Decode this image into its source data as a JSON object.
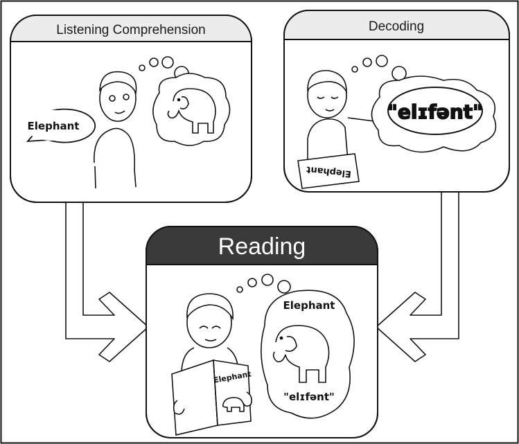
{
  "panels": {
    "listening": {
      "title": "Listening Comprehension",
      "speech": "Elephant"
    },
    "decoding": {
      "title": "Decoding",
      "thought": "\"elɪfənt\"",
      "card": "Elephant"
    },
    "reading": {
      "title": "Reading",
      "book": "Elephant",
      "thought_word": "Elephant",
      "thought_sound": "\"elɪfənt\""
    }
  },
  "colors": {
    "reading_header": "#3a3a3a",
    "panel_header": "#ececec",
    "line": "#111111"
  }
}
